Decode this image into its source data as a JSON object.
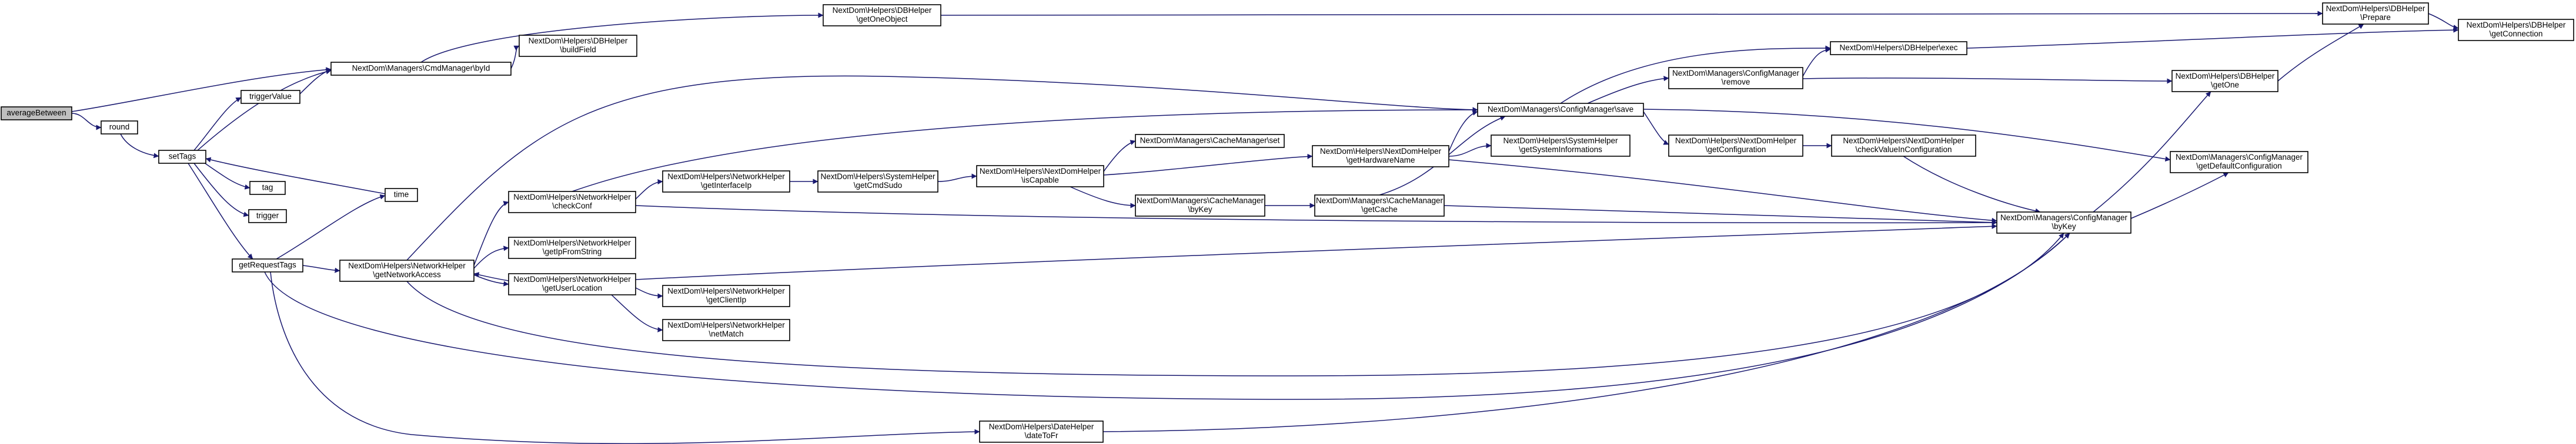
{
  "diagram": {
    "type": "call-graph",
    "colors": {
      "edge": "#191970",
      "node_fill": "#ffffff",
      "root_fill": "#bfbfbf",
      "node_border": "#000000"
    },
    "nodes": [
      {
        "id": "averageBetween",
        "lines": [
          "averageBetween"
        ],
        "root": true
      },
      {
        "id": "round",
        "lines": [
          "round"
        ]
      },
      {
        "id": "setTags",
        "lines": [
          "setTags"
        ]
      },
      {
        "id": "triggerValue",
        "lines": [
          "triggerValue"
        ]
      },
      {
        "id": "tag",
        "lines": [
          "tag"
        ]
      },
      {
        "id": "trigger",
        "lines": [
          "trigger"
        ]
      },
      {
        "id": "getRequestTags",
        "lines": [
          "getRequestTags"
        ]
      },
      {
        "id": "time",
        "lines": [
          "time"
        ]
      },
      {
        "id": "byId",
        "lines": [
          "NextDom\\Managers\\CmdManager\\byId"
        ]
      },
      {
        "id": "buildField",
        "lines": [
          "NextDom\\Helpers\\DBHelper",
          "\\buildField"
        ]
      },
      {
        "id": "getOneObject",
        "lines": [
          "NextDom\\Helpers\\DBHelper",
          "\\getOneObject"
        ]
      },
      {
        "id": "getNetworkAccess",
        "lines": [
          "NextDom\\Helpers\\NetworkHelper",
          "\\getNetworkAccess"
        ]
      },
      {
        "id": "checkConf",
        "lines": [
          "NextDom\\Helpers\\NetworkHelper",
          "\\checkConf"
        ]
      },
      {
        "id": "getIpFromString",
        "lines": [
          "NextDom\\Helpers\\NetworkHelper",
          "\\getIpFromString"
        ]
      },
      {
        "id": "getUserLocation",
        "lines": [
          "NextDom\\Helpers\\NetworkHelper",
          "\\getUserLocation"
        ]
      },
      {
        "id": "getInterfaceIp",
        "lines": [
          "NextDom\\Helpers\\NetworkHelper",
          "\\getInterfaceIp"
        ]
      },
      {
        "id": "getClientIp",
        "lines": [
          "NextDom\\Helpers\\NetworkHelper",
          "\\getClientIp"
        ]
      },
      {
        "id": "netMatch",
        "lines": [
          "NextDom\\Helpers\\NetworkHelper",
          "\\netMatch"
        ]
      },
      {
        "id": "getCmdSudo",
        "lines": [
          "NextDom\\Helpers\\SystemHelper",
          "\\getCmdSudo"
        ]
      },
      {
        "id": "isCapable",
        "lines": [
          "NextDom\\Helpers\\NextDomHelper",
          "\\isCapable"
        ]
      },
      {
        "id": "cacheSet",
        "lines": [
          "NextDom\\Managers\\CacheManager\\set"
        ]
      },
      {
        "id": "cacheByKey",
        "lines": [
          "NextDom\\Managers\\CacheManager",
          "\\byKey"
        ]
      },
      {
        "id": "getCache",
        "lines": [
          "NextDom\\Managers\\CacheManager",
          "\\getCache"
        ]
      },
      {
        "id": "getHardwareName",
        "lines": [
          "NextDom\\Helpers\\NextDomHelper",
          "\\getHardwareName"
        ]
      },
      {
        "id": "getSystemInformations",
        "lines": [
          "NextDom\\Helpers\\SystemHelper",
          "\\getSystemInformations"
        ]
      },
      {
        "id": "dateToFr",
        "lines": [
          "NextDom\\Helpers\\DateHelper",
          "\\dateToFr"
        ]
      },
      {
        "id": "save",
        "lines": [
          "NextDom\\Managers\\ConfigManager\\save"
        ]
      },
      {
        "id": "remove",
        "lines": [
          "NextDom\\Managers\\ConfigManager",
          "\\remove"
        ]
      },
      {
        "id": "getConfiguration",
        "lines": [
          "NextDom\\Helpers\\NextDomHelper",
          "\\getConfiguration"
        ]
      },
      {
        "id": "checkValueInConfiguration",
        "lines": [
          "NextDom\\Helpers\\NextDomHelper",
          "\\checkValueInConfiguration"
        ]
      },
      {
        "id": "exec",
        "lines": [
          "NextDom\\Helpers\\DBHelper\\exec"
        ]
      },
      {
        "id": "getOne",
        "lines": [
          "NextDom\\Helpers\\DBHelper",
          "\\getOne"
        ]
      },
      {
        "id": "configByKey",
        "lines": [
          "NextDom\\Managers\\ConfigManager",
          "\\byKey"
        ]
      },
      {
        "id": "getDefaultConfiguration",
        "lines": [
          "NextDom\\Managers\\ConfigManager",
          "\\getDefaultConfiguration"
        ]
      },
      {
        "id": "prepare",
        "lines": [
          "NextDom\\Helpers\\DBHelper",
          "\\Prepare"
        ]
      },
      {
        "id": "getConnection",
        "lines": [
          "NextDom\\Helpers\\DBHelper",
          "\\getConnection"
        ]
      }
    ]
  }
}
